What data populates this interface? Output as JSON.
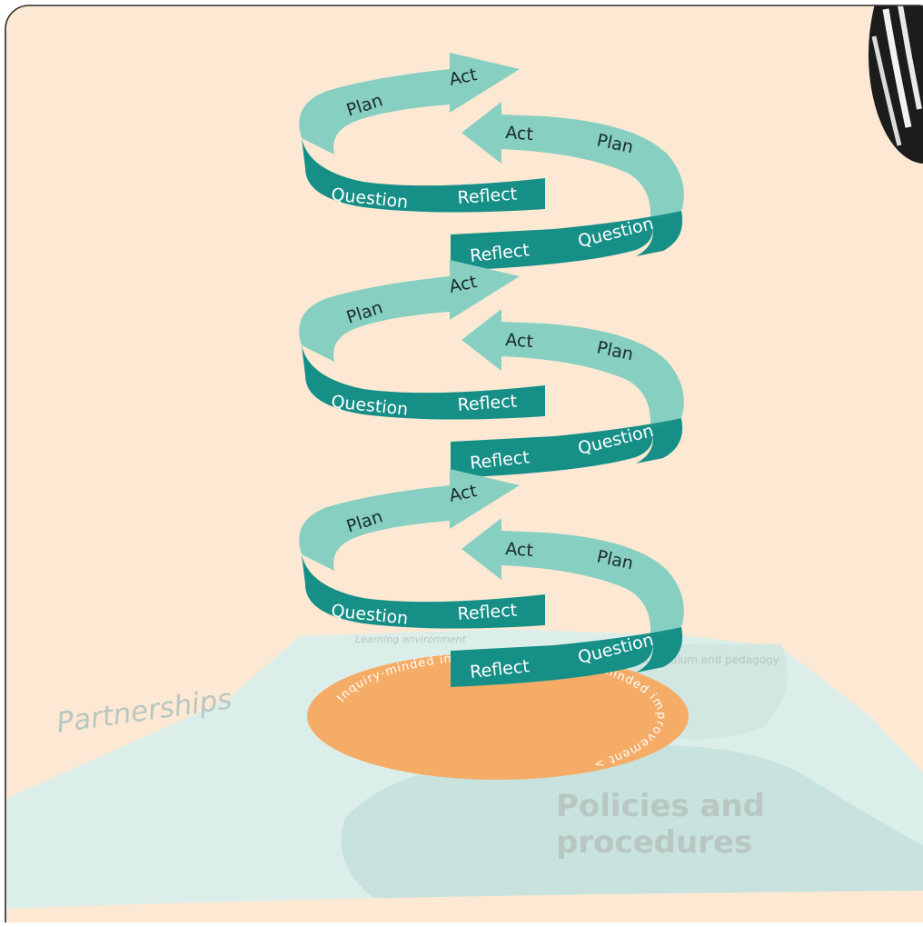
{
  "colors": {
    "background": "#fde9d3",
    "frame": "#2d2d2d",
    "ribbon_dark": "#168f87",
    "ribbon_light": "#86cfc1",
    "disc": "#f5ac66",
    "disc_text": "#ffffff",
    "region_light": "#dceee9",
    "region_mid": "#c8e2dd",
    "region_text": "#b8c7c3"
  },
  "regions": {
    "learning_environment": "Learning environment",
    "curriculum_and_pedagogy": "Curriculum and pedagogy",
    "partnerships": "Partnerships",
    "policies_line1": "Policies and",
    "policies_line2": "procedures"
  },
  "base_disc": {
    "ring_text": "Inquiry-minded improvement  >  Inquiry-minded improvement  >"
  },
  "spiral": {
    "loops": [
      {
        "upper_plan": "Plan",
        "upper_act": "Act",
        "back_act": "Act",
        "back_plan": "Plan",
        "front_question": "Question",
        "front_reflect": "Reflect",
        "lower_reflect": "Reflect",
        "lower_question": "Question"
      },
      {
        "upper_plan": "Plan",
        "upper_act": "Act",
        "back_act": "Act",
        "back_plan": "Plan",
        "front_question": "Question",
        "front_reflect": "Reflect",
        "lower_reflect": "Reflect",
        "lower_question": "Question"
      },
      {
        "upper_plan": "Plan",
        "upper_act": "Act",
        "back_act": "Act",
        "back_plan": "Plan",
        "front_question": "Question",
        "front_reflect": "Reflect",
        "lower_reflect": "Reflect",
        "lower_question": "Question"
      }
    ]
  }
}
